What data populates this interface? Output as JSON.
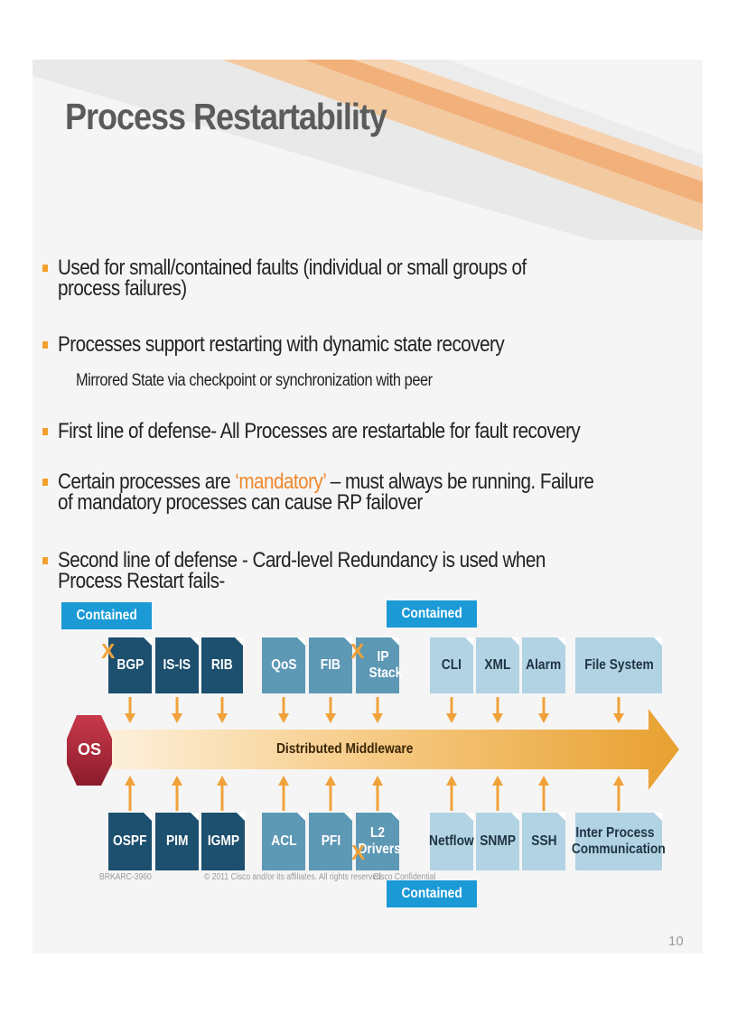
{
  "slide": {
    "title": "Process Restartability",
    "bullets": [
      {
        "text": "Used for small/contained faults (individual or small groups of process failures)"
      },
      {
        "text": "Processes support restarting with dynamic state recovery"
      },
      {
        "text": "First line of defense- All Processes are restartable for fault recovery"
      },
      {
        "text_before": "Certain processes are ",
        "highlight": "‘mandatory’",
        "text_after": " – must always be running. Failure of mandatory processes can cause RP failover"
      },
      {
        "text": "Second line of defense - Card-level Redundancy is used when Process Restart fails-"
      }
    ],
    "sub_bullet": "Mirrored State via checkpoint or synchronization with peer"
  },
  "diagram": {
    "contained_tags": [
      "Contained",
      "Contained",
      "Contained"
    ],
    "os_label": "OS",
    "middleware_label": "Distributed Middleware",
    "top_row": [
      "BGP",
      "IS-IS",
      "RIB",
      "QoS",
      "FIB",
      "IP Stack",
      "CLI",
      "XML",
      "Alarm",
      "File System"
    ],
    "bottom_row": [
      "OSPF",
      "PIM",
      "IGMP",
      "ACL",
      "PFI",
      "L2 Drivers",
      "Netflow",
      "SNMP",
      "SSH",
      "Inter Process Communication"
    ],
    "fault_marks": [
      "X",
      "X",
      "X"
    ],
    "colors": {
      "dark_box": "#1d4f6e",
      "mid_box": "#5d98b5",
      "light_box": "#b2d3e3",
      "tag": "#1b9ad6",
      "arrow": "#f0a23a",
      "os": "#a8263a"
    }
  },
  "footer": {
    "code": "BRKARC-3960",
    "copyright": "© 2011 Cisco and/or its affiliates. All rights reserved.",
    "confidential": "Cisco Confidential",
    "page": "10"
  }
}
